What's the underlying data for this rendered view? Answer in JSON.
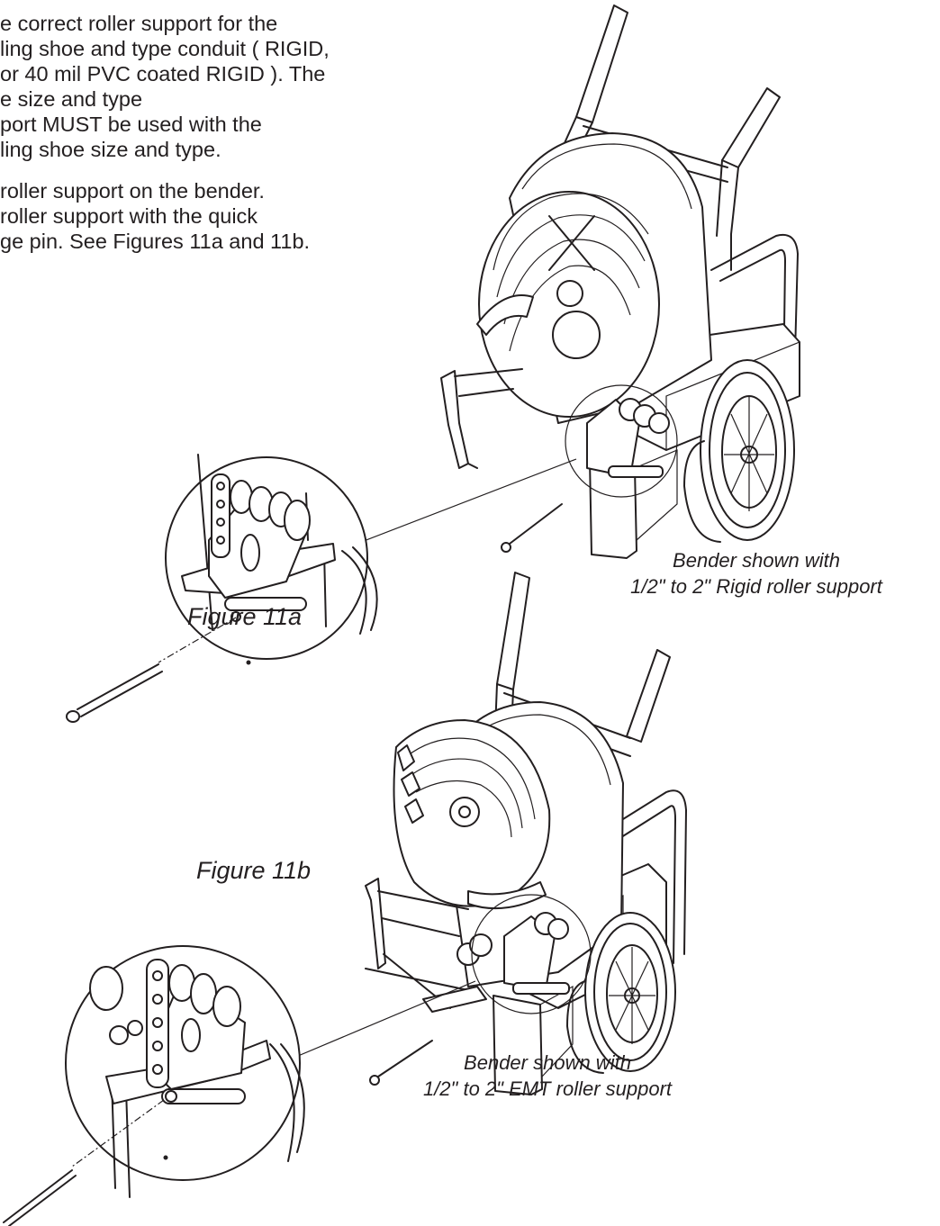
{
  "instructions": {
    "paragraph1": [
      "e correct roller support for the",
      "ling shoe and type conduit ( RIGID,",
      "or 40 mil PVC coated RIGID ). The",
      "e size and type",
      "port MUST be used with the",
      "ling shoe size and type."
    ],
    "paragraph2": [
      "roller support on the bender.",
      " roller support with the quick",
      "ge pin. See Figures 11a and 11b."
    ]
  },
  "figures": {
    "fig_a": {
      "label": "Figure 11a",
      "caption_line1": "Bender shown with",
      "caption_line2": "1/2\" to 2\" Rigid roller support"
    },
    "fig_b": {
      "label": "Figure 11b",
      "caption_line1": "Bender shown with",
      "caption_line2": "1/2\" to 2\" EMT roller support"
    }
  }
}
